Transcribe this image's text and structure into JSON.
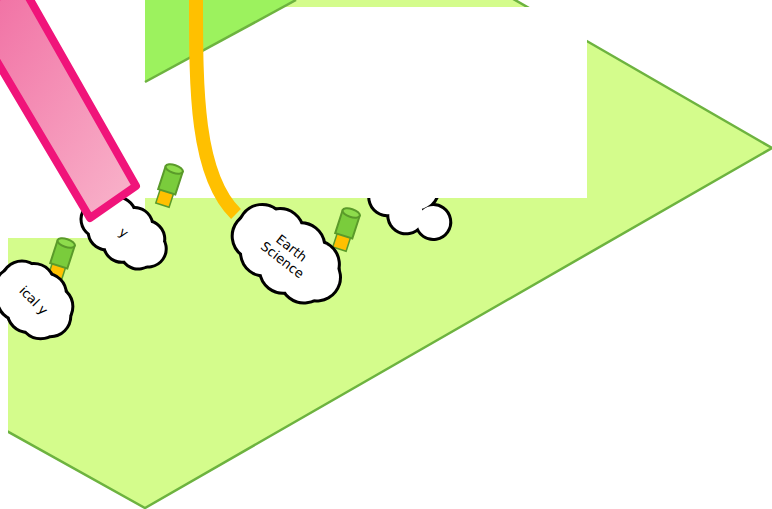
{
  "diagram": {
    "nodes": [
      {
        "text": [
          "ical y"
        ]
      },
      {
        "text": [
          "y"
        ]
      },
      {
        "text": [
          "Earth Science"
        ]
      }
    ]
  }
}
